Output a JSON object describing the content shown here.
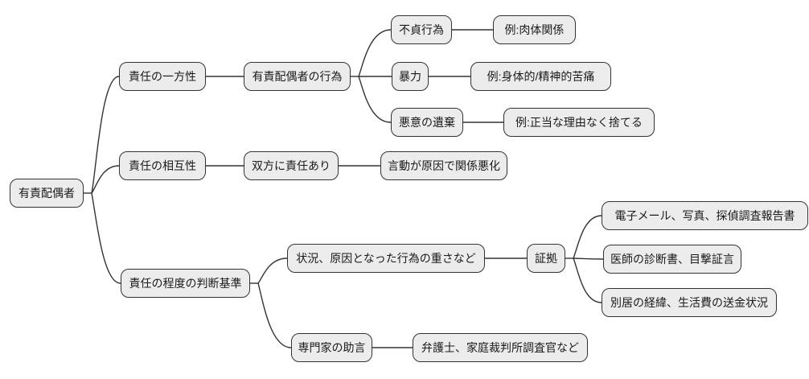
{
  "style": {
    "background": "#ffffff",
    "node_fill": "#ececec",
    "node_stroke": "#333333",
    "edge_color": "#333333",
    "text_color": "#1a1a1a"
  },
  "mindmap": {
    "root": {
      "label": "有責配偶者"
    },
    "branches": [
      {
        "label": "責任の一方性",
        "children": [
          {
            "label": "有責配偶者の行為",
            "children": [
              {
                "label": "不貞行為",
                "children": [
                  {
                    "label": "例:肉体関係"
                  }
                ]
              },
              {
                "label": "暴力",
                "children": [
                  {
                    "label": "例:身体的/精神的苦痛"
                  }
                ]
              },
              {
                "label": "悪意の遺棄",
                "children": [
                  {
                    "label": "例:正当な理由なく捨てる"
                  }
                ]
              }
            ]
          }
        ]
      },
      {
        "label": "責任の相互性",
        "children": [
          {
            "label": "双方に責任あり",
            "children": [
              {
                "label": "言動が原因で関係悪化"
              }
            ]
          }
        ]
      },
      {
        "label": "責任の程度の判断基準",
        "children": [
          {
            "label": "状況、原因となった行為の重さなど",
            "children": [
              {
                "label": "証拠",
                "children": [
                  {
                    "label": "電子メール、写真、探偵調査報告書"
                  },
                  {
                    "label": "医師の診断書、目撃証言"
                  },
                  {
                    "label": "別居の経緯、生活費の送金状況"
                  }
                ]
              }
            ]
          },
          {
            "label": "専門家の助言",
            "children": [
              {
                "label": "弁護士、家庭裁判所調査官など"
              }
            ]
          }
        ]
      }
    ]
  }
}
